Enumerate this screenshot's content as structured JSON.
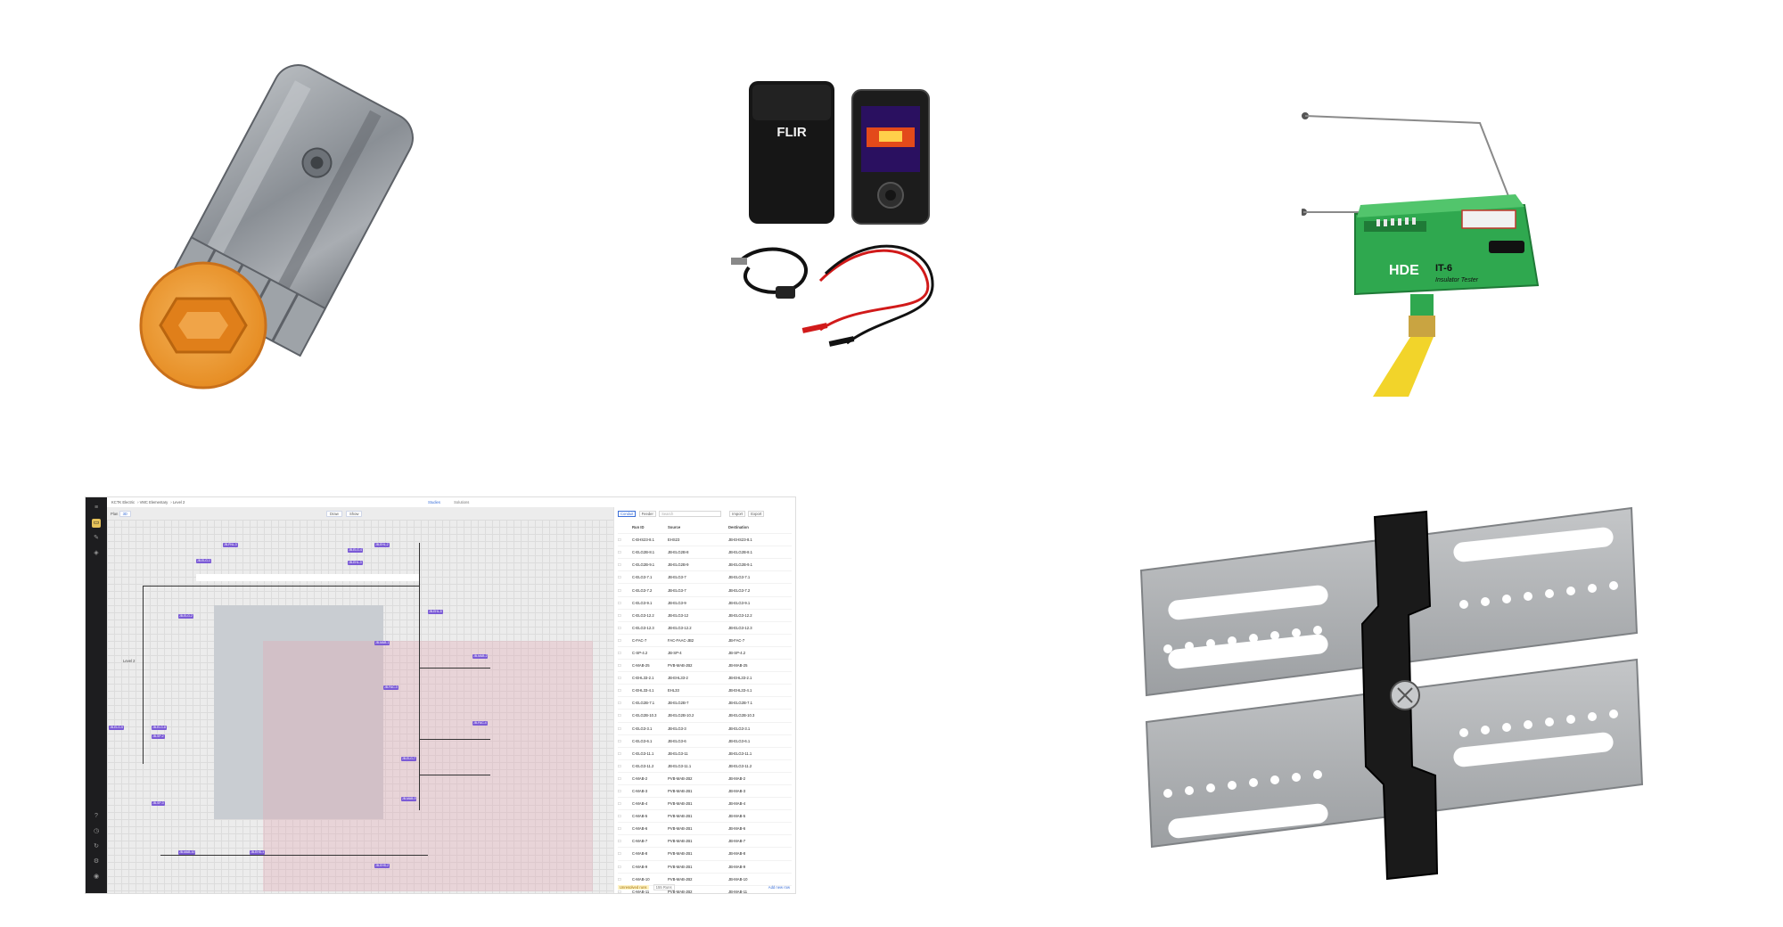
{
  "products": [
    {
      "name": "conduit-fitting"
    },
    {
      "name": "thermal-camera-kit",
      "brand": "FLIR"
    },
    {
      "name": "insulator-tester",
      "brand": "HDE",
      "model": "IT-6",
      "subtitle": "Insulator Tester"
    },
    {
      "name": "mounting-bracket"
    }
  ],
  "app": {
    "crumbs": [
      "KCTK Electric",
      "VMC Elementary",
      "Level 2"
    ],
    "tabs": [
      "Studies",
      "Solutions"
    ],
    "canvas_toolbar": {
      "view": "Plan",
      "view_mode": "3D",
      "draw": "Draw",
      "show": "Show"
    },
    "level_label": "Level 2",
    "panel": {
      "tabs": [
        "Conduit",
        "Feeder"
      ],
      "search_placeholder": "Search",
      "import": "Import",
      "export": "Export",
      "headers": [
        "Run ID",
        "Source",
        "Destination"
      ],
      "rows": [
        [
          "C-EHS23-8.1",
          "EHS23",
          "JB-EHS23-8.1"
        ],
        [
          "C-ELG2B-8.1",
          "JB-ELG2B-8",
          "JB-ELG2B-8.1"
        ],
        [
          "C-ELG2B-9.1",
          "JB-ELG2B-9",
          "JB-ELG2B-9.1"
        ],
        [
          "C-ELG3-7.1",
          "JB-ELG3-7",
          "JB-ELG3-7.1"
        ],
        [
          "C-ELG3-7.2",
          "JB-ELG3-7",
          "JB-ELG3-7.2"
        ],
        [
          "C-ELG3-9.1",
          "JB-ELG3-9",
          "JB-ELG3-9.1"
        ],
        [
          "C-ELG3-12.2",
          "JB-ELG3-12",
          "JB-ELG3-12.2"
        ],
        [
          "C-ELG3-12.3",
          "JB-ELG3-12.2",
          "JB-ELG3-12.3"
        ],
        [
          "C-FAC-7",
          "FAC-FAAC-JB2",
          "JB-FAC-7"
        ],
        [
          "C-SP-4.2",
          "JB-SP-4",
          "JB-SP-4.2"
        ],
        [
          "C-MAB-25",
          "PVB-MAB-JB2",
          "JB-MAB-25"
        ],
        [
          "C-EHL33-2.1",
          "JB-EHL33-2",
          "JB-EHL33-2.1"
        ],
        [
          "C-EHL33-4.1",
          "EHL33",
          "JB-EHL33-4.1"
        ],
        [
          "C-ELG2B-7.1",
          "JB-ELG2B-7",
          "JB-ELG2B-7.1"
        ],
        [
          "C-ELG2B-10.3",
          "JB-ELG2B-10.2",
          "JB-ELG2B-10.3"
        ],
        [
          "C-ELG3-3.1",
          "JB-ELG3-3",
          "JB-ELG3-3.1"
        ],
        [
          "C-ELG3-6.1",
          "JB-ELG3-6",
          "JB-ELG3-6.1"
        ],
        [
          "C-ELG3-11.1",
          "JB-ELG3-11",
          "JB-ELG3-11.1"
        ],
        [
          "C-ELG3-11.2",
          "JB-ELG3-11.1",
          "JB-ELG3-11.2"
        ],
        [
          "C-MAB-2",
          "PVB-MAB-JB2",
          "JB-MAB-2"
        ],
        [
          "C-MAB-3",
          "PVB-MAB-JB1",
          "JB-MAB-3"
        ],
        [
          "C-MAB-4",
          "PVB-MAB-JB1",
          "JB-MAB-4"
        ],
        [
          "C-MAB-5",
          "PVB-MAB-JB1",
          "JB-MAB-5"
        ],
        [
          "C-MAB-6",
          "PVB-MAB-JB1",
          "JB-MAB-6"
        ],
        [
          "C-MAB-7",
          "PVB-MAB-JB1",
          "JB-MAB-7"
        ],
        [
          "C-MAB-8",
          "PVB-MAB-JB1",
          "JB-MAB-8"
        ],
        [
          "C-MAB-9",
          "PVB-MAB-JB1",
          "JB-MAB-9"
        ],
        [
          "C-MAB-10",
          "PVB-MAB-JB2",
          "JB-MAB-10"
        ],
        [
          "C-MAB-11",
          "PVB-MAB-JB2",
          "JB-MAB-11"
        ]
      ],
      "footer_warning": "Unresolved runs",
      "footer_count": "155 Runs",
      "add_row": "Add new row"
    },
    "tags": [
      "JB-PNL-3",
      "JB-ELG-1",
      "JB-ELG-2",
      "JB-ELG-4",
      "JB-EHL-2",
      "JB-EHL-3",
      "JB-EHL-5",
      "JB-MAB-1",
      "JB-MAB-2",
      "JB-FAC-3",
      "JB-FAC-4",
      "JB-ELG-7",
      "JB-ELG-8",
      "JB-ELG-9",
      "JB-SP-2",
      "JB-SP-3",
      "JB-MAB-9",
      "JB-MAB-10",
      "JB-EHS-1",
      "JB-EHS-2"
    ]
  }
}
